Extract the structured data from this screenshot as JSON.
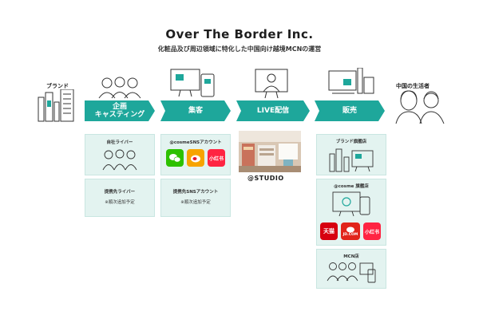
{
  "header": {
    "title": "Over The Border Inc.",
    "subtitle": "化粧品及び周辺領域に特化した中国向け越境MCNの運営"
  },
  "flow": {
    "start_label": "ブランド",
    "end_label": "中国の生活者",
    "stages": [
      {
        "line1": "企画",
        "line2": "キャスティング"
      },
      {
        "line1": "集客",
        "line2": ""
      },
      {
        "line1": "LIVE配信",
        "line2": ""
      },
      {
        "line1": "販売",
        "line2": ""
      }
    ]
  },
  "casting": {
    "own_liver_label": "自社ライバー",
    "partner_liver_label": "提携先ライバー",
    "partner_liver_note": "※順次追加予定"
  },
  "marketing": {
    "sns_label": "@cosmeSNSアカウント",
    "partner_sns_label": "提携先SNSアカウント",
    "partner_sns_note": "※順次追加予定",
    "sns_badges": [
      "wechat-icon",
      "weibo-icon",
      "小红书"
    ]
  },
  "live": {
    "studio_label": "@STUDIO"
  },
  "sales": {
    "brand_store_label": "ブランド旗艦店",
    "cosme_store_label": "@cosme 旗艦店",
    "mcn_store_label": "MCN店",
    "store_badges": [
      "天猫",
      "JD.COM",
      "小红书"
    ]
  },
  "colors": {
    "accent": "#1ea79b",
    "box_fill": "#e3f3f0",
    "wechat": "#2dc100",
    "weibo": "#f7a400",
    "xiaohongshu": "#ff2442",
    "tmall": "#d7000f",
    "jd": "#e1251b"
  }
}
